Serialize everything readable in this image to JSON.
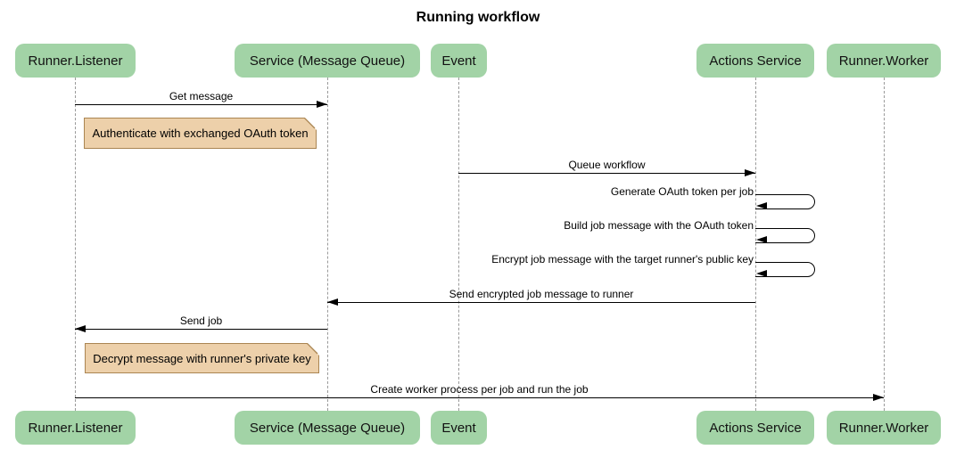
{
  "title": "Running workflow",
  "actors": [
    {
      "label": "Runner.Listener"
    },
    {
      "label": "Service (Message Queue)"
    },
    {
      "label": "Event"
    },
    {
      "label": "Actions Service"
    },
    {
      "label": "Runner.Worker"
    }
  ],
  "messages": [
    {
      "label": "Get message",
      "from": "Runner.Listener",
      "to": "Service (Message Queue)",
      "type": "arrow",
      "direction": "right"
    },
    {
      "label": "Queue workflow",
      "from": "Event",
      "to": "Actions Service",
      "type": "arrow",
      "direction": "right"
    },
    {
      "label": "Generate OAuth token per job",
      "from": "Actions Service",
      "to": "Actions Service",
      "type": "self"
    },
    {
      "label": "Build job message with the OAuth token",
      "from": "Actions Service",
      "to": "Actions Service",
      "type": "self"
    },
    {
      "label": "Encrypt job message with the target runner's public key",
      "from": "Actions Service",
      "to": "Actions Service",
      "type": "self"
    },
    {
      "label": "Send encrypted job message to runner",
      "from": "Actions Service",
      "to": "Service (Message Queue)",
      "type": "arrow",
      "direction": "left"
    },
    {
      "label": "Send job",
      "from": "Service (Message Queue)",
      "to": "Runner.Listener",
      "type": "arrow",
      "direction": "left"
    },
    {
      "label": "Create worker process per job and run the job",
      "from": "Runner.Listener",
      "to": "Runner.Worker",
      "type": "arrow",
      "direction": "right"
    }
  ],
  "notes": [
    {
      "label": "Authenticate with exchanged OAuth token",
      "position": "right of Runner.Listener"
    },
    {
      "label": "Decrypt message with runner's private key",
      "position": "right of Runner.Listener"
    }
  ],
  "colors": {
    "background": "#ffffff",
    "actor_fill": "#a2d3a6",
    "actor_text": "#121212",
    "note_fill": "#edd0aa",
    "note_border": "#aa8552",
    "lifeline": "#9a9a9a",
    "message_line": "#000000"
  }
}
